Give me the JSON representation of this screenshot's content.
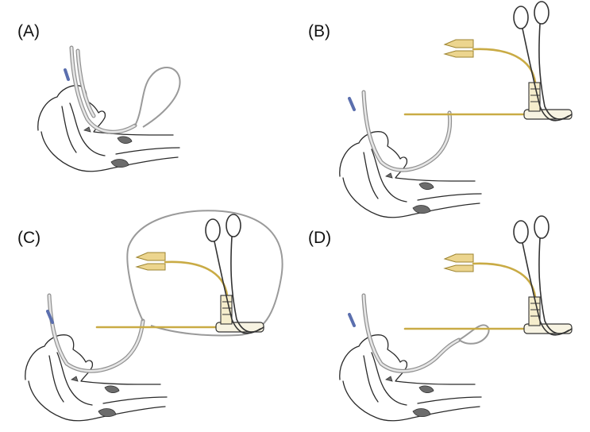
{
  "figure": {
    "panels": [
      {
        "id": "A",
        "label": "(A)",
        "catheter": false,
        "loop": "small"
      },
      {
        "id": "B",
        "label": "(B)",
        "catheter": true,
        "loop": "none"
      },
      {
        "id": "C",
        "label": "(C)",
        "catheter": true,
        "loop": "large"
      },
      {
        "id": "D",
        "label": "(D)",
        "catheter": true,
        "loop": "tiny"
      }
    ],
    "colors": {
      "outline": "#2a2a2a",
      "tube": "#8f8f8f",
      "catheter": "#c9ab45",
      "catheter_hub": "#ecd58e",
      "tube_tip": "#5b6fae",
      "tissue": "#6c6c6c"
    },
    "icons": [
      "head-profile",
      "endotracheal-tube",
      "foley-catheter",
      "hemostat-clamp"
    ]
  }
}
